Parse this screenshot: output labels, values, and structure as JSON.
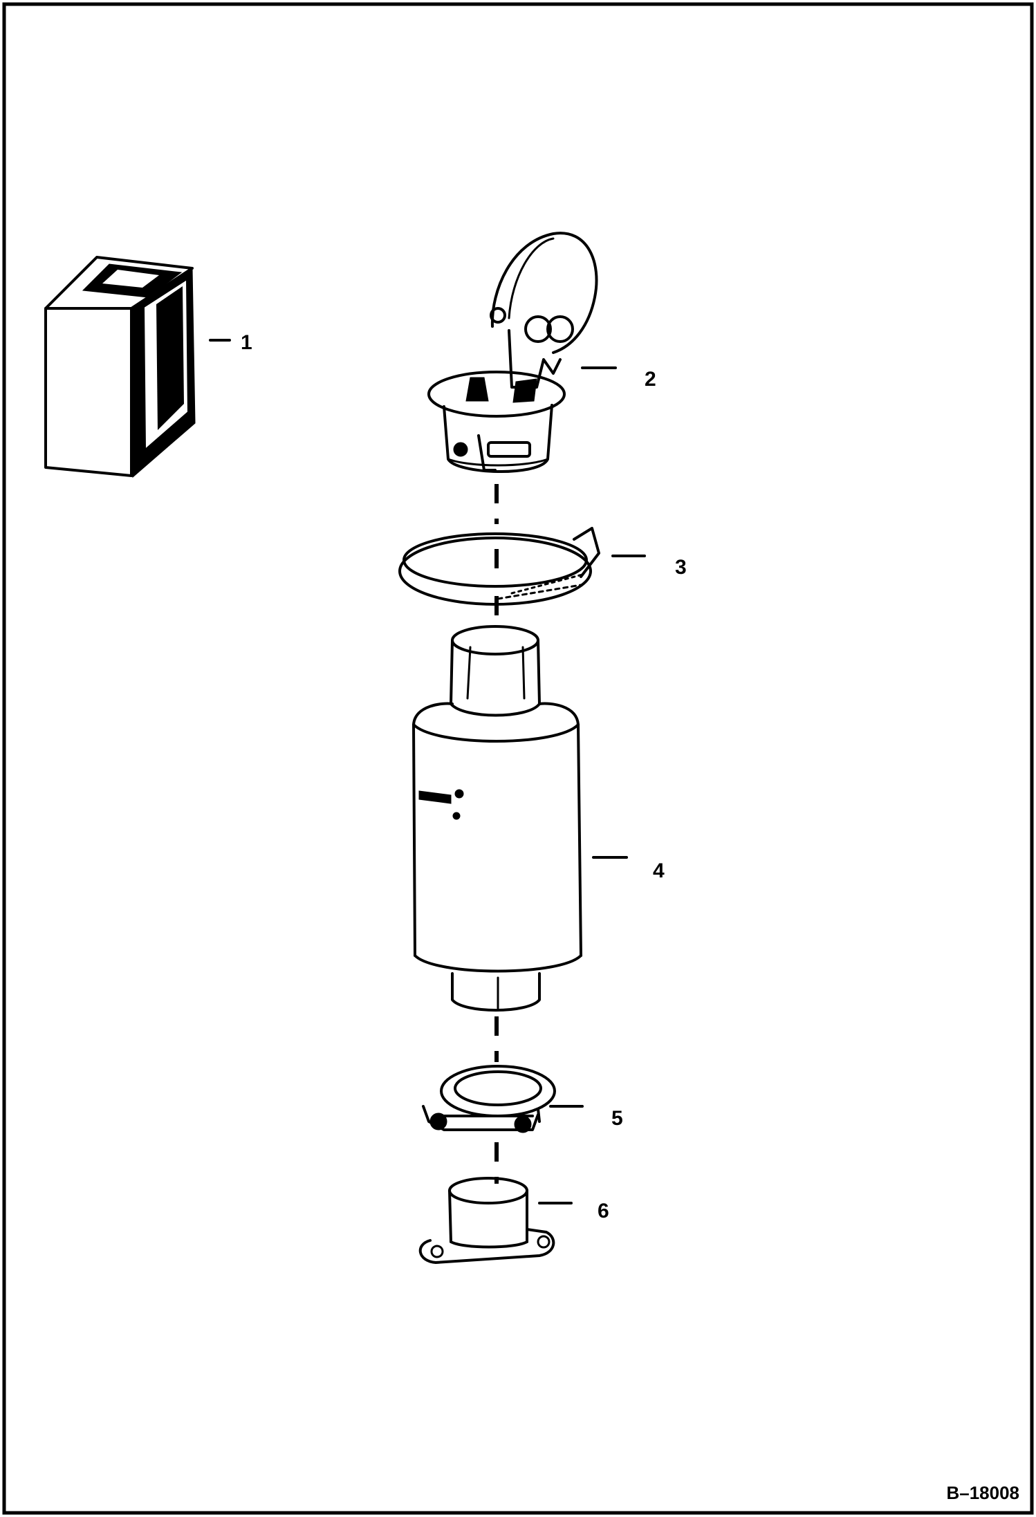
{
  "figure_code": "B–18008",
  "callouts": [
    {
      "number": "1"
    },
    {
      "number": "2"
    },
    {
      "number": "3"
    },
    {
      "number": "4"
    },
    {
      "number": "5"
    },
    {
      "number": "6"
    }
  ]
}
